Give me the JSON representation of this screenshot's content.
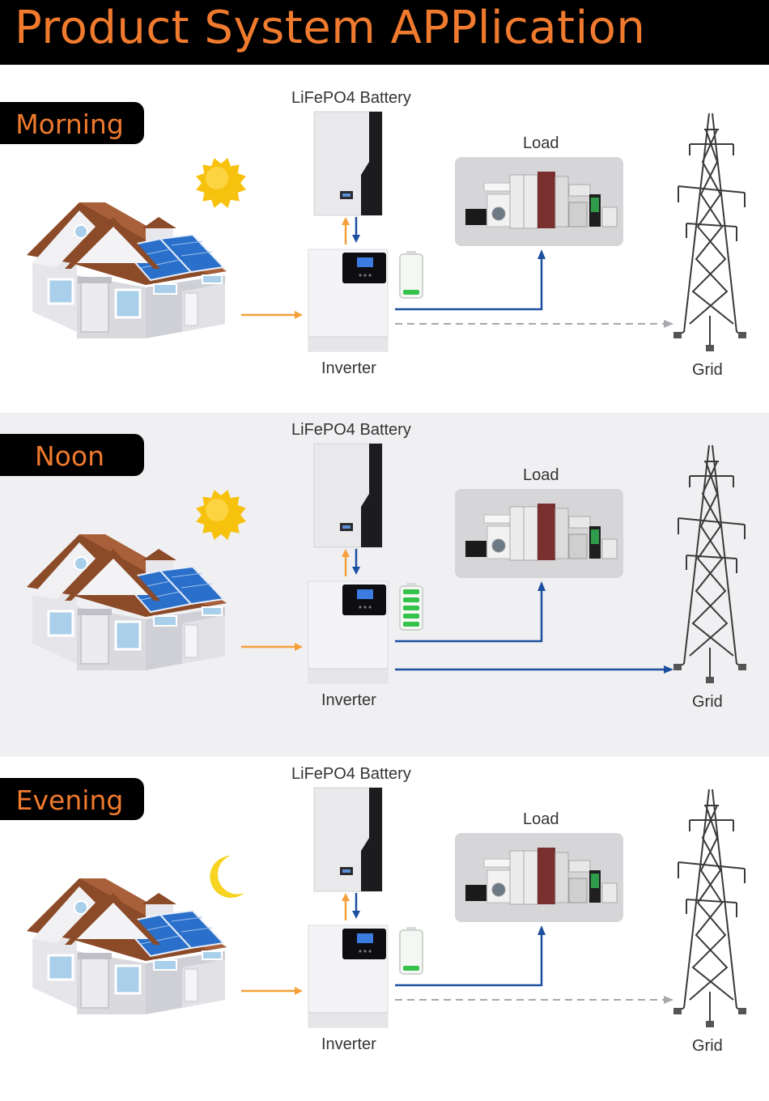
{
  "header": {
    "title": "Product System APPlication"
  },
  "sections": [
    {
      "name": "Morning",
      "sky": "sun",
      "battery_level": 1,
      "grid_flow": "dashed"
    },
    {
      "name": "Noon",
      "sky": "sun",
      "battery_level": 5,
      "grid_flow": "solid"
    },
    {
      "name": "Evening",
      "sky": "moon",
      "battery_level": 1,
      "grid_flow": "dashed"
    }
  ],
  "labels": {
    "battery": "LiFePO4 Battery",
    "load": "Load",
    "inverter": "Inverter",
    "grid": "Grid"
  },
  "colors": {
    "accent": "#f07a2e",
    "flow_blue": "#1c4fa0",
    "flow_orange": "#f5a03a",
    "battery_green": "#35c24a",
    "sun": "#f7c20e"
  }
}
